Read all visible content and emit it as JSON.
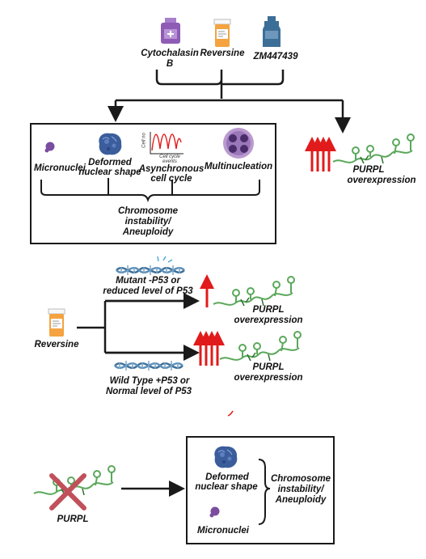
{
  "drugs": [
    "Cytochalasin B",
    "Reversine",
    "ZM447439"
  ],
  "drug_label_lines": {
    "cyto_1": "Cytochalasin",
    "cyto_2": "B",
    "rev": "Reversine",
    "zm": "ZM447439"
  },
  "phenotypes": {
    "micronuclei": "Micronuclei",
    "deformed_1": "Deformed",
    "deformed_2": "nuclear shape",
    "async_1": "Asynchronous",
    "async_2": "cell cycle",
    "multinucleation": "Multinucleation",
    "mini_ylabel": "Cell no",
    "mini_xlabel_1": "Cell cycle",
    "mini_xlabel_2": "events"
  },
  "outcome_1": {
    "line1": "Chromosome",
    "line2": "instability/",
    "line3": "Aneuploidy"
  },
  "purpl_top": {
    "line1": "PURPL",
    "line2": "overexpression"
  },
  "reversine_branch": {
    "drug": "Reversine",
    "mutant_1": "Mutant -P53 or",
    "mutant_2": "reduced level of P53",
    "wild_1": "Wild Type +P53 or",
    "wild_2": "Normal level of P53",
    "purpl_a_1": "PURPL",
    "purpl_a_2": "overexpression",
    "purpl_b_1": "PURPL",
    "purpl_b_2": "overexpression"
  },
  "knockdown": {
    "purpl": "PURPL",
    "deformed_1": "Deformed",
    "deformed_2": "nuclear shape",
    "micronuclei": "Micronuclei",
    "outcome_1": "Chromosome",
    "outcome_2": "instability/",
    "outcome_3": "Aneuploidy"
  },
  "colors": {
    "arrow": "#1a1a1a",
    "red": "#e11b1b",
    "rna": "#5aa85a",
    "bottle_purple": "#8e5bb5",
    "bottle_orange": "#f4a340",
    "bottle_blue": "#3c6f98",
    "nucleus": "#3b5d9c"
  }
}
